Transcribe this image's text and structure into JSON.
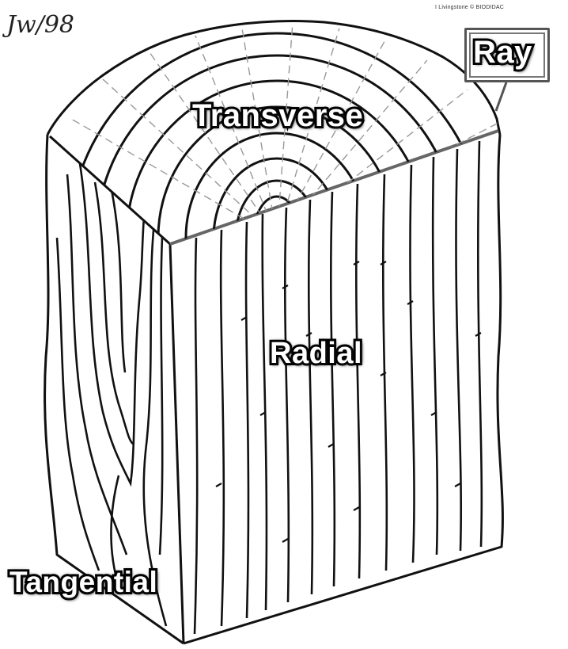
{
  "labels": {
    "transverse": "Transverse",
    "radial": "Radial",
    "tangential": "Tangential",
    "ray": "Ray"
  },
  "signature": "Jw/98",
  "credit": "I Livingstone © BIODIDAC",
  "colors": {
    "background": "#ffffff",
    "line": "#111111",
    "label_text": "#ffffff",
    "label_outline": "#000000",
    "ray_lines": "#888888"
  }
}
